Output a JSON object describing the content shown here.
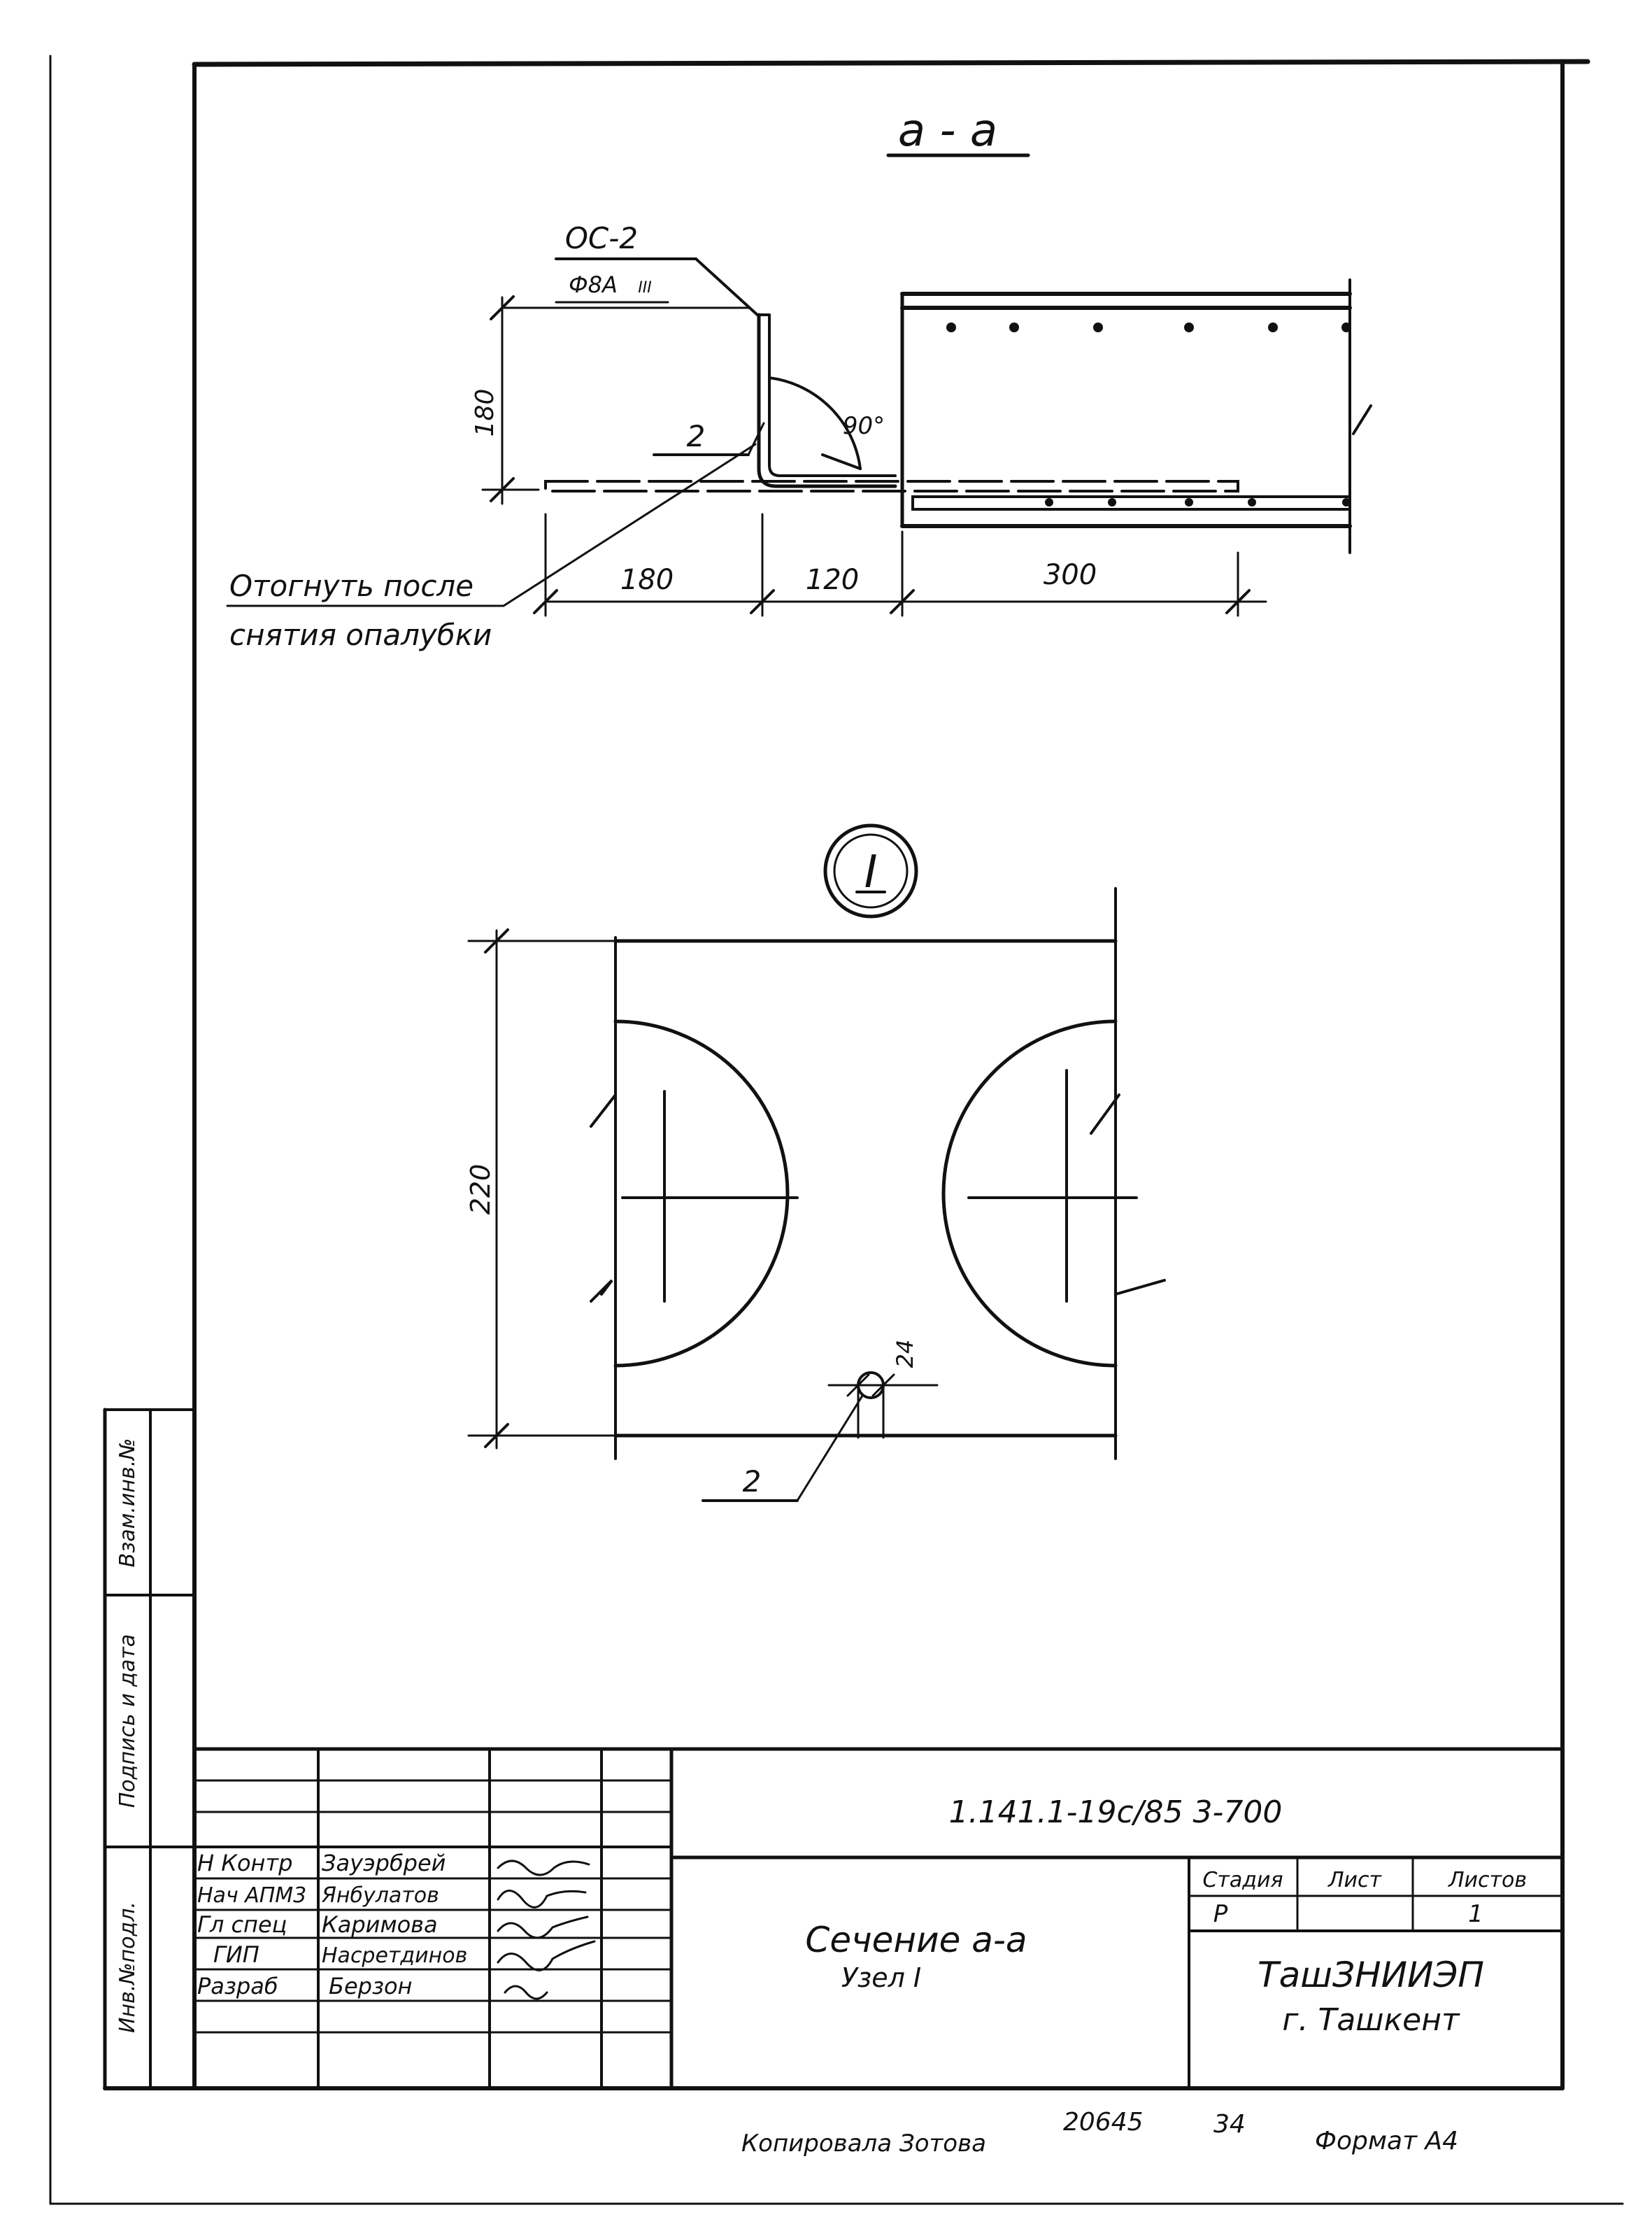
{
  "section": {
    "title": "а - а",
    "bar_mark": "ОС-2",
    "bar_dia": "Ф8А",
    "bar_class": "III",
    "dim_height": "180",
    "angle": "90°",
    "pos_mark": "2",
    "note_line1": "Отогнуть после",
    "note_line2": "снятия опалубки",
    "dim_a": "180",
    "dim_b": "120",
    "dim_c": "300"
  },
  "node": {
    "label": "I",
    "dim_height": "220",
    "dim_small": "24",
    "pos_mark": "2"
  },
  "sidebar": {
    "col1": "Инв.№подл.",
    "col2": "Подпись и дата",
    "col3": "Взам.инв.№"
  },
  "title_block": {
    "doc_code": "1.141.1-19с/85 3-700",
    "people": [
      {
        "role": "Н Контр",
        "name": "Зауэрбрей"
      },
      {
        "role": "Нач АПМ3",
        "name": "Янбулатов"
      },
      {
        "role": "Гл спец",
        "name": "Каримова"
      },
      {
        "role": "ГИП",
        "name": "Насретдинов"
      },
      {
        "role": "Разраб",
        "name": "Берзон"
      }
    ],
    "sheet_title": "Сечение а-а",
    "sheet_subtitle": "Узел I",
    "h_stage": "Стадия",
    "h_sheet": "Лист",
    "h_sheets": "Листов",
    "stage": "Р",
    "sheet": "",
    "sheets": "1",
    "org": "ТашЗНИИЭП",
    "city": "г. Ташкент"
  },
  "footer": {
    "copied": "Копировала Зотова",
    "num1": "20645",
    "num2": "34",
    "format": "Формат А4"
  }
}
